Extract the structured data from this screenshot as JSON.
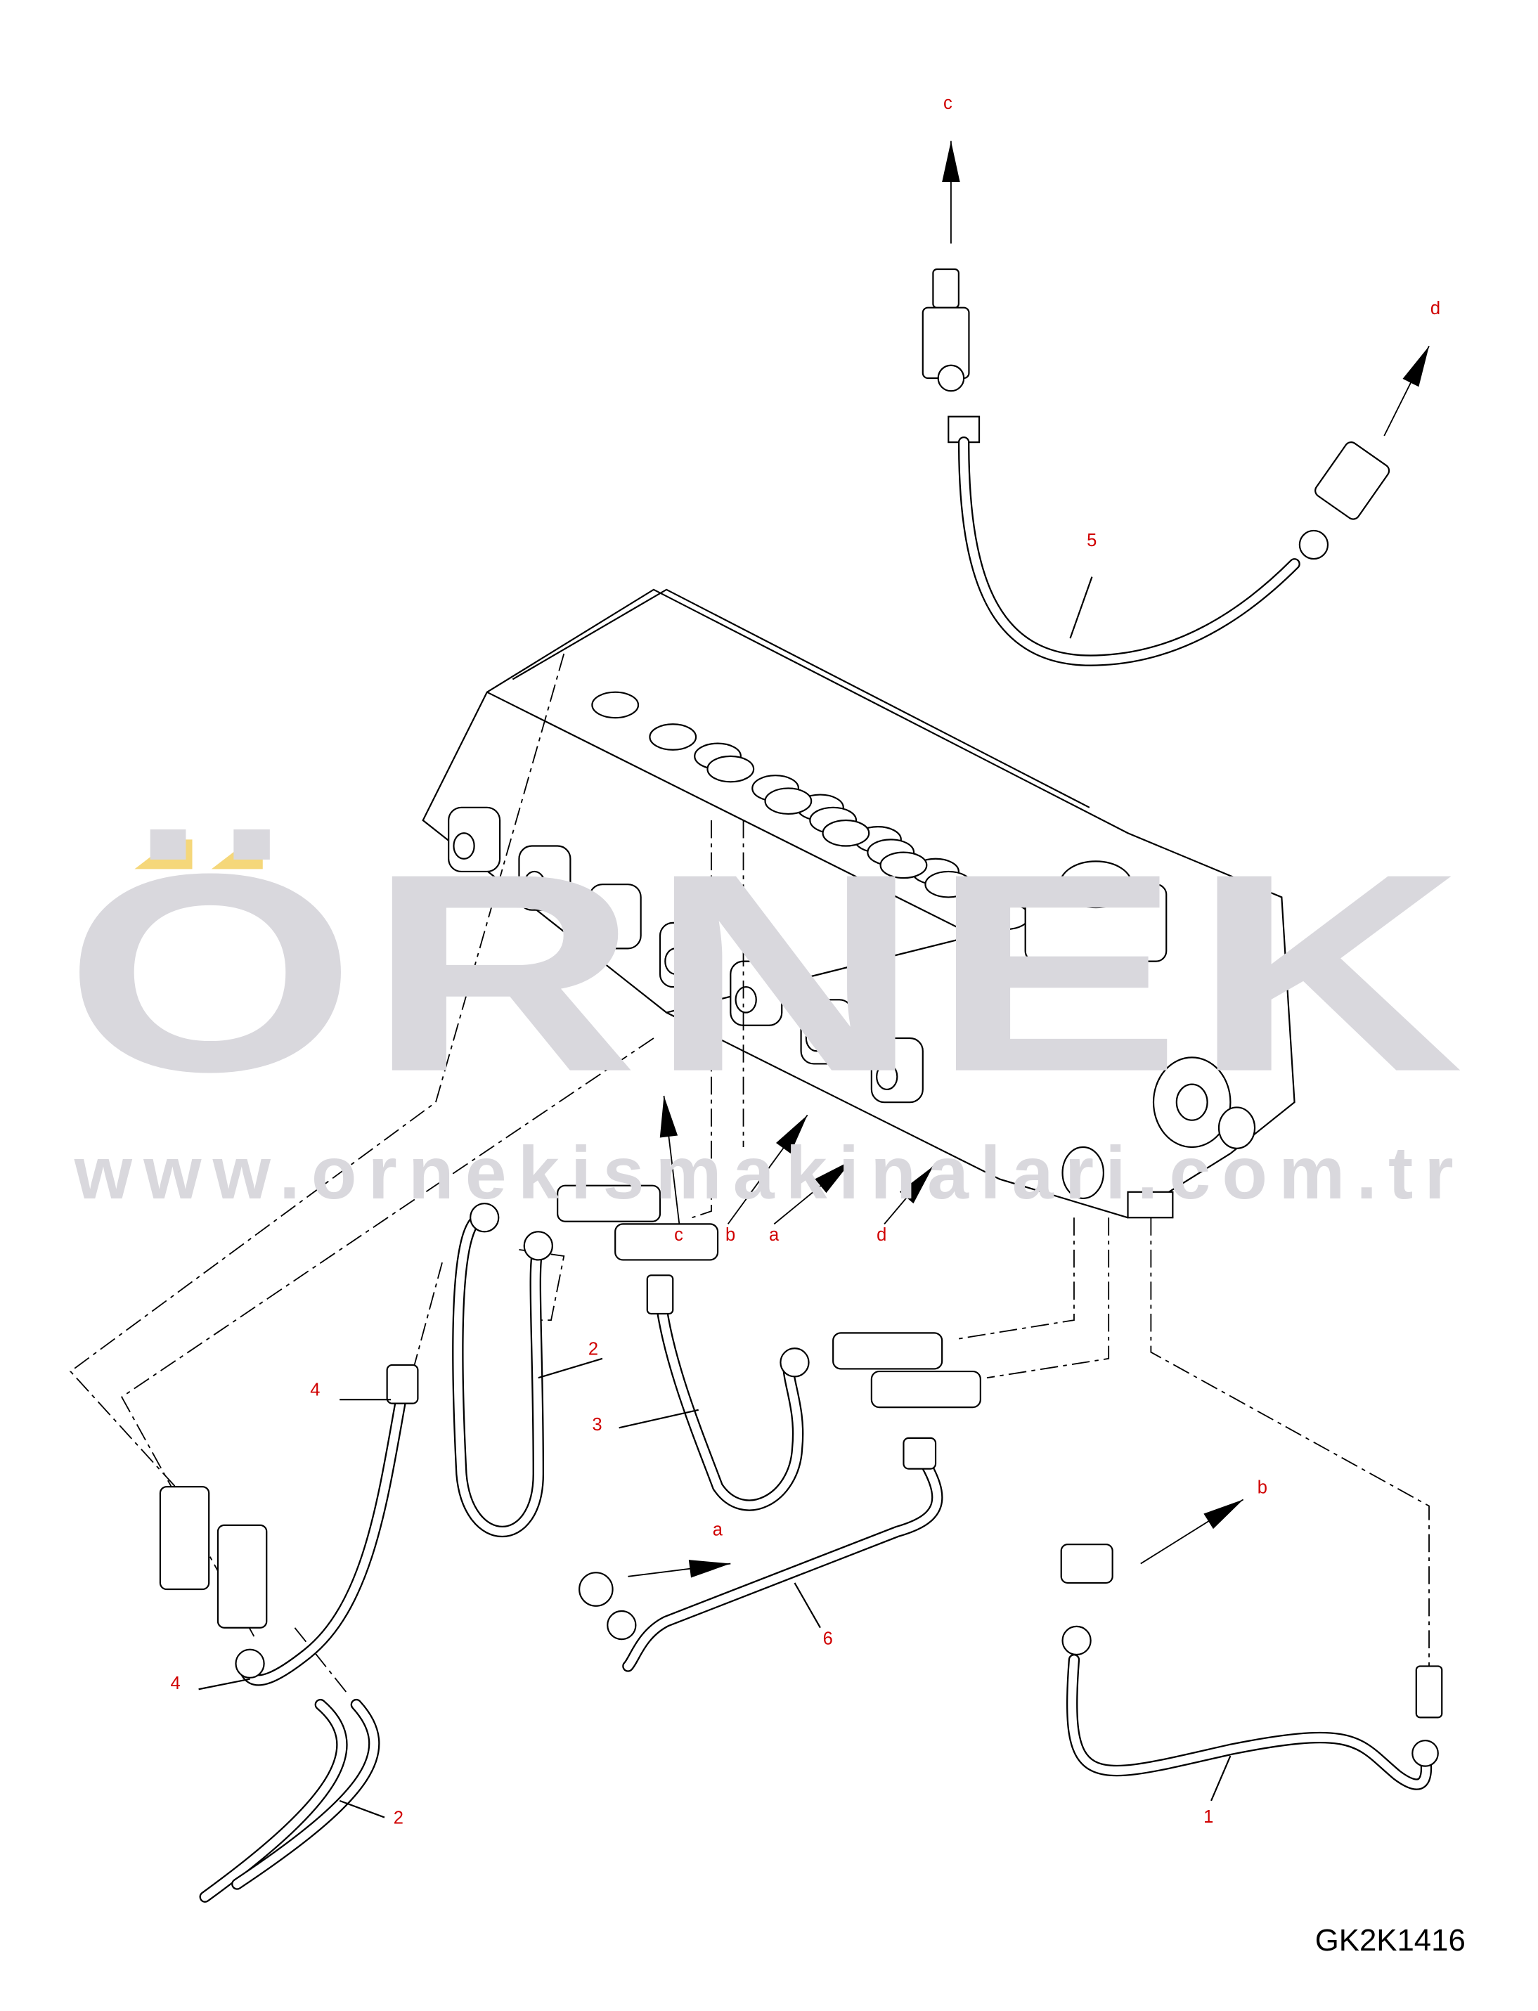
{
  "watermark": {
    "brand": "ÖRNEK",
    "url": "www.ornekismakinalari.com.tr",
    "accent_color": "#f5d77a"
  },
  "drawing_code": "GK2K1416",
  "callouts": {
    "hose_1": "1",
    "hose_2_upper": "2",
    "hose_2_lower": "2",
    "hose_3": "3",
    "hose_4_upper": "4",
    "hose_4_lower": "4",
    "hose_5": "5",
    "hose_6": "6"
  },
  "connections": {
    "c_top": "c",
    "d_top": "d",
    "c_valve": "c",
    "b_valve": "b",
    "a_valve": "a",
    "d_valve": "d",
    "a_lower": "a",
    "b_lower": "b"
  },
  "colors": {
    "label": "#d00000",
    "watermark": "#d9d8dd"
  }
}
